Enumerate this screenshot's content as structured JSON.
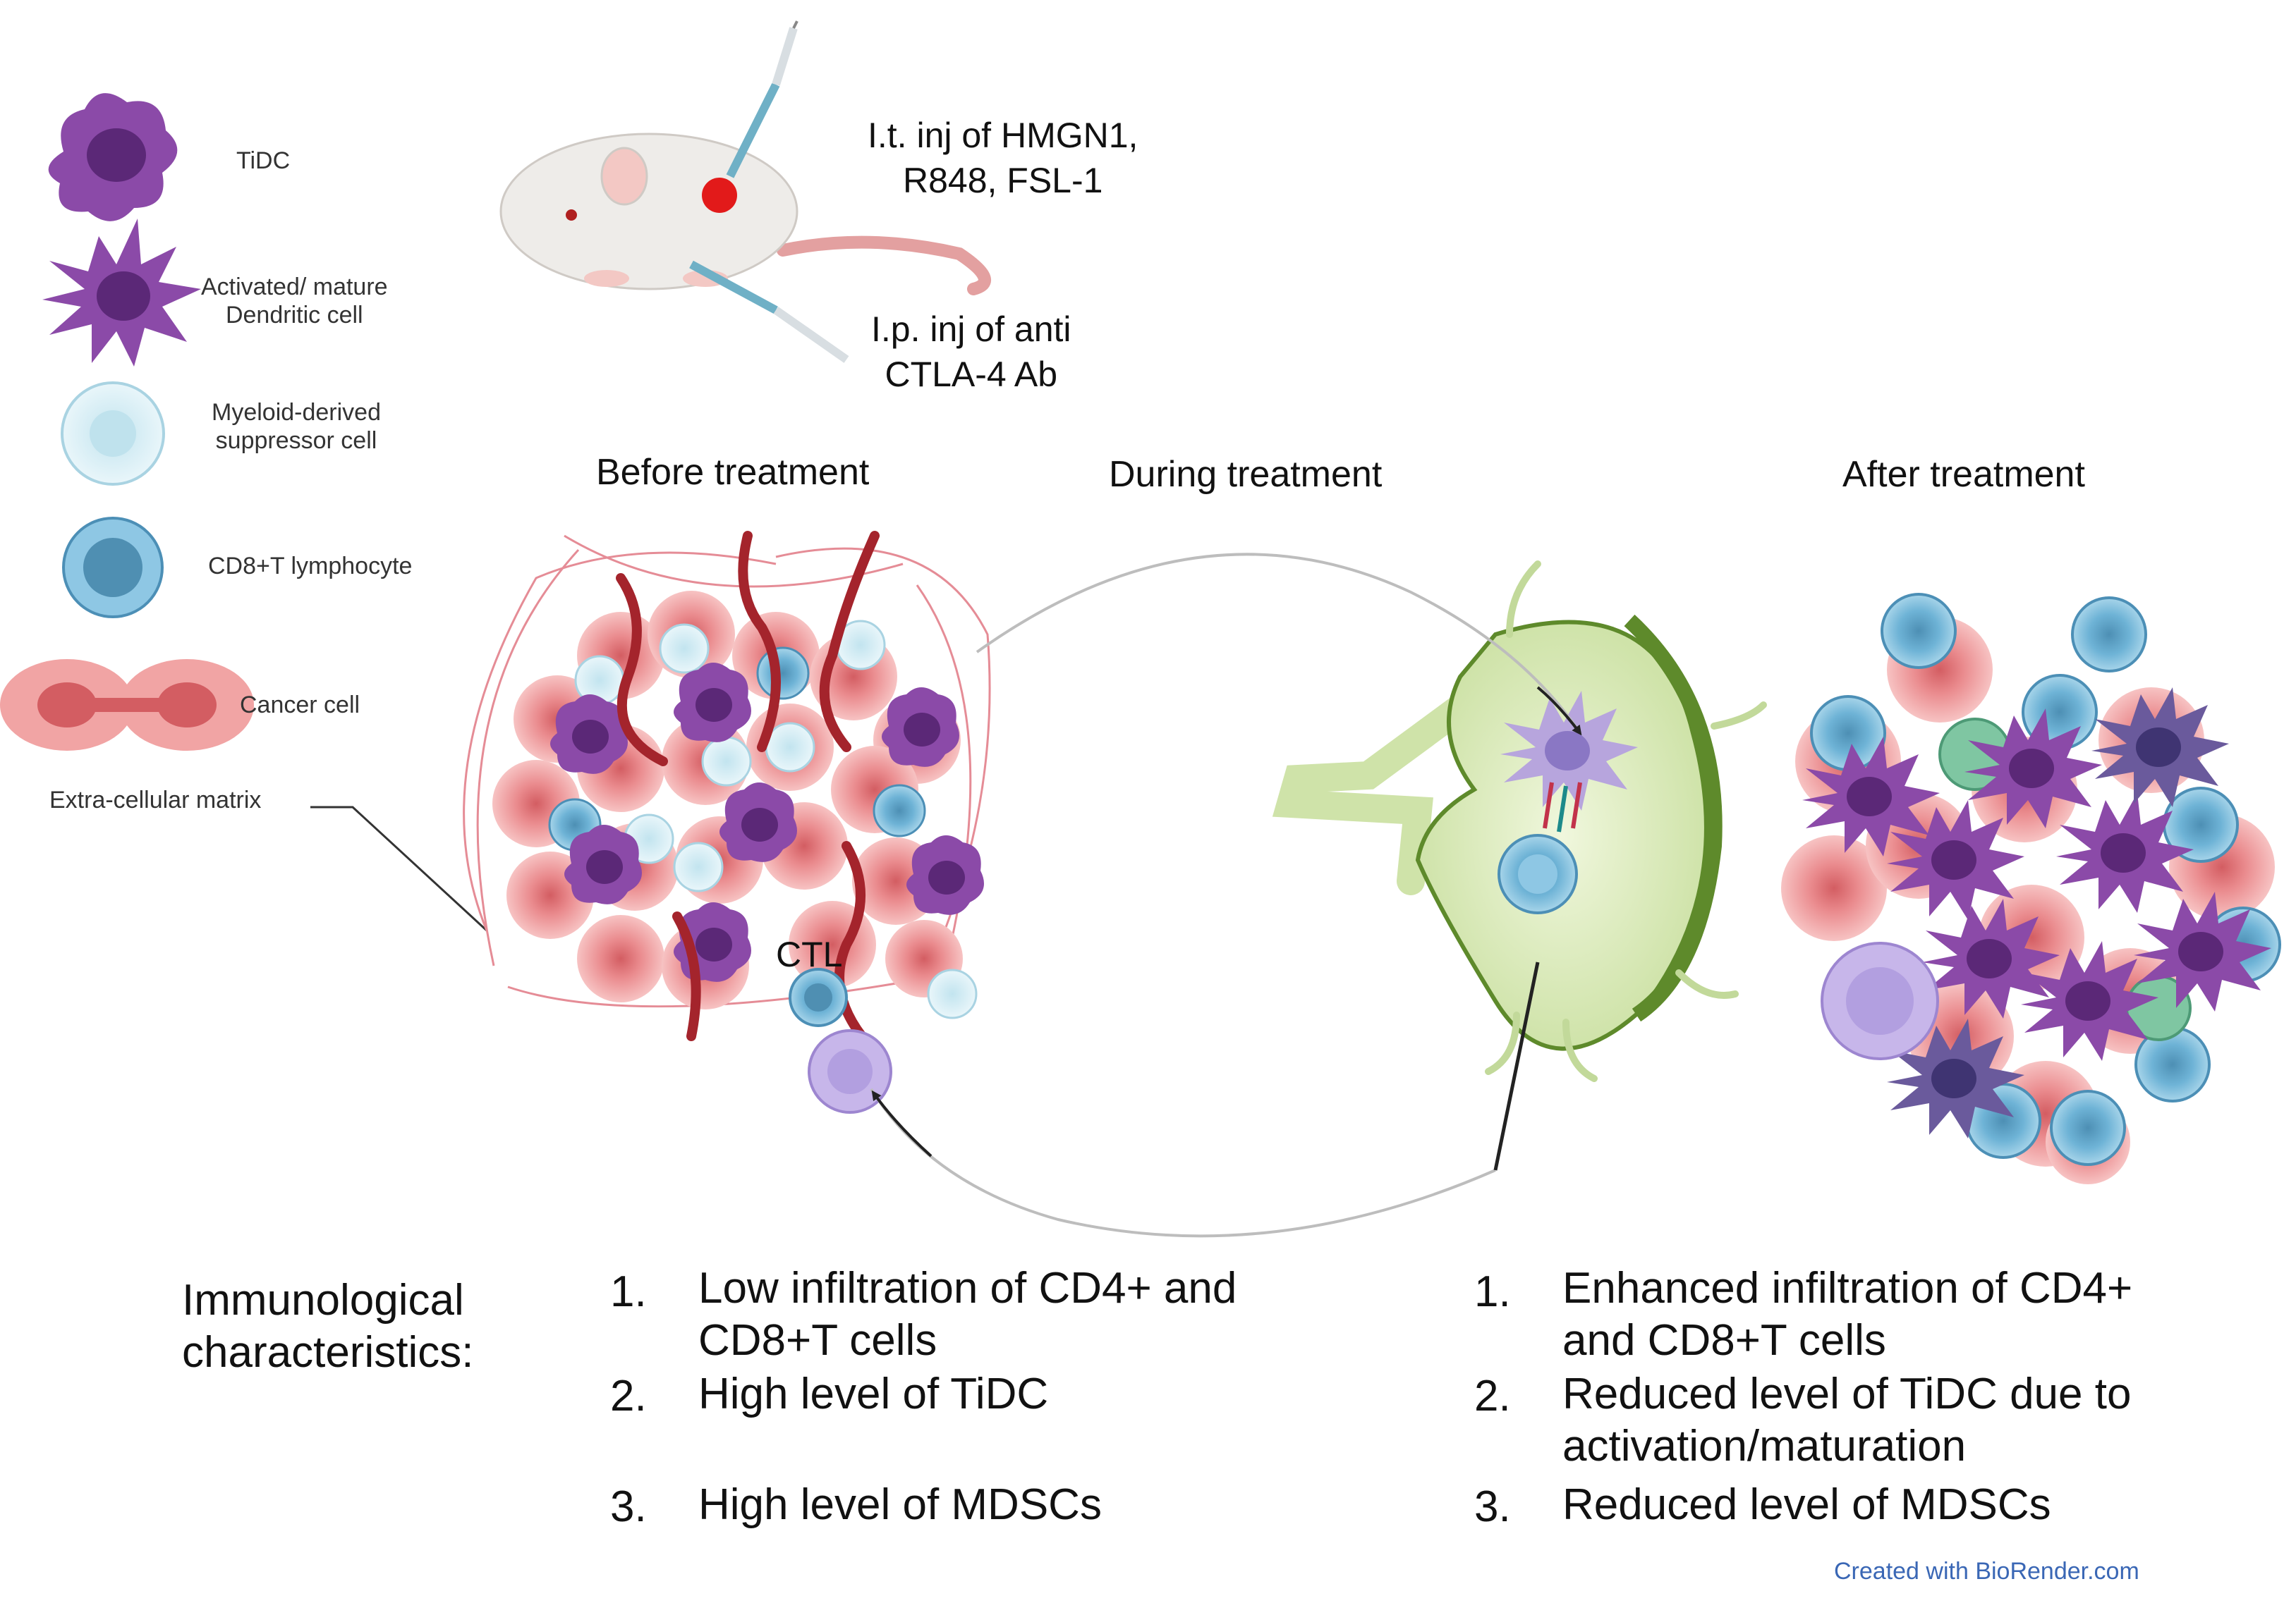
{
  "legend": {
    "items": [
      {
        "id": "tidc",
        "label": "TiDC"
      },
      {
        "id": "mature_dc",
        "label": "Activated/ mature\nDendritic cell"
      },
      {
        "id": "mdsc",
        "label": "Myeloid-derived\nsuppressor cell"
      },
      {
        "id": "cd8",
        "label": "CD8+T lymphocyte"
      },
      {
        "id": "cancer",
        "label": "Cancer cell"
      },
      {
        "id": "ecm",
        "label": "Extra-cellular matrix"
      }
    ]
  },
  "injections": {
    "it": "I.t. inj of HMGN1,\nR848, FSL-1",
    "ip": "I.p. inj of anti\nCTLA-4 Ab"
  },
  "phases": {
    "before": "Before treatment",
    "during": "During treatment",
    "after": "After treatment"
  },
  "ctl_label": "CTL",
  "characteristics": {
    "heading": "Immunological\ncharacteristics:",
    "before": [
      {
        "n": "1.",
        "text": "Low infiltration of CD4+ and\nCD8+T cells"
      },
      {
        "n": "2.",
        "text": "High level of TiDC"
      },
      {
        "n": "3.",
        "text": "High level of MDSCs"
      }
    ],
    "after": [
      {
        "n": "1.",
        "text": "Enhanced infiltration of CD4+\nand CD8+T cells"
      },
      {
        "n": "2.",
        "text": "Reduced level of TiDC due to\nactivation/maturation"
      },
      {
        "n": "3.",
        "text": "Reduced level of MDSCs"
      }
    ]
  },
  "credit": "Created with BioRender.com",
  "colors": {
    "tidc": "#7b3f98",
    "tidc_core": "#5b2877",
    "mdsc": "#d6eef5",
    "cd8": "#5aa7cf",
    "cancer": "#ef9c9c",
    "cancer_core": "#d35d62",
    "vessel": "#a4242c",
    "lymph_node": "#e3efc8",
    "lymph_edge": "#5e8a2b",
    "credit": "#3a67b5"
  }
}
